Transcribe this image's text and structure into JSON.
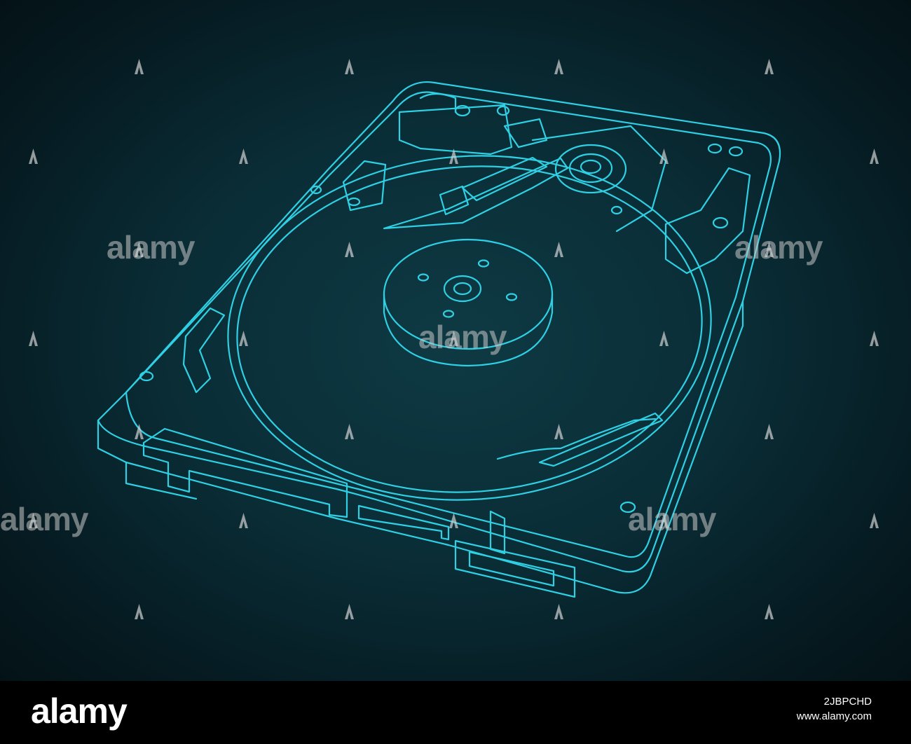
{
  "colors": {
    "line": "#2fd0e4",
    "background": "#0a2d36",
    "footer": "#000000",
    "watermark": "#c8c8c8"
  },
  "watermark": {
    "word": "alamy",
    "icon": "alamy-a-mark-icon"
  },
  "footer": {
    "logo": "alamy",
    "image_id": "2JBPCHD",
    "url": "www.alamy.com"
  }
}
